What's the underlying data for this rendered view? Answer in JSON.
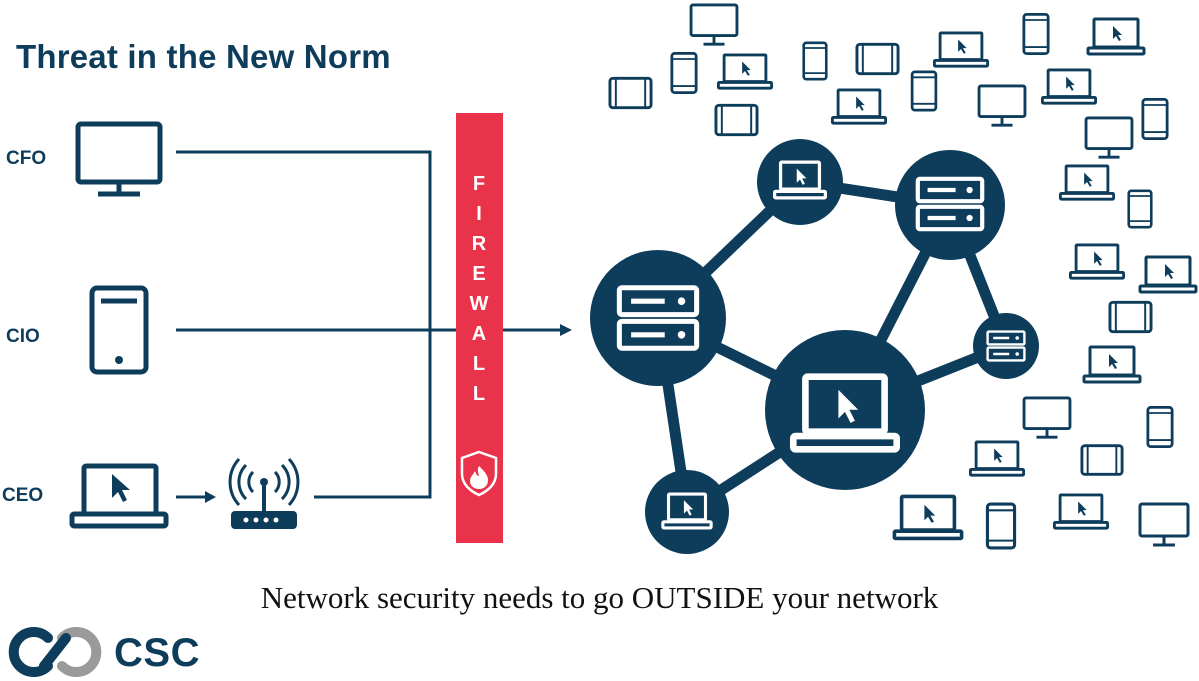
{
  "title": "Threat in the New Norm",
  "roles": [
    {
      "label": "CFO",
      "device": "monitor-icon"
    },
    {
      "label": "CIO",
      "device": "tablet-icon"
    },
    {
      "label": "CEO",
      "device": "laptop-icon"
    }
  ],
  "firewall": {
    "letters": [
      "F",
      "I",
      "R",
      "E",
      "W",
      "A",
      "L",
      "L"
    ],
    "icon": "shield-flame-icon",
    "color": "#e8334a"
  },
  "caption": "Network security needs to go OUTSIDE your network",
  "brand": {
    "name": "CSC",
    "logo": "csc-logo-icon"
  },
  "colors": {
    "navy": "#0e3d5c",
    "firewall": "#e8334a",
    "logo_gray": "#9a9a9a"
  },
  "network_nodes": [
    "server-icon",
    "laptop-icon",
    "server-icon",
    "laptop-icon",
    "server-icon",
    "laptop-icon"
  ],
  "surrounding_devices": [
    "monitor-icon",
    "tablet-icon",
    "phone-icon",
    "laptop-icon"
  ]
}
